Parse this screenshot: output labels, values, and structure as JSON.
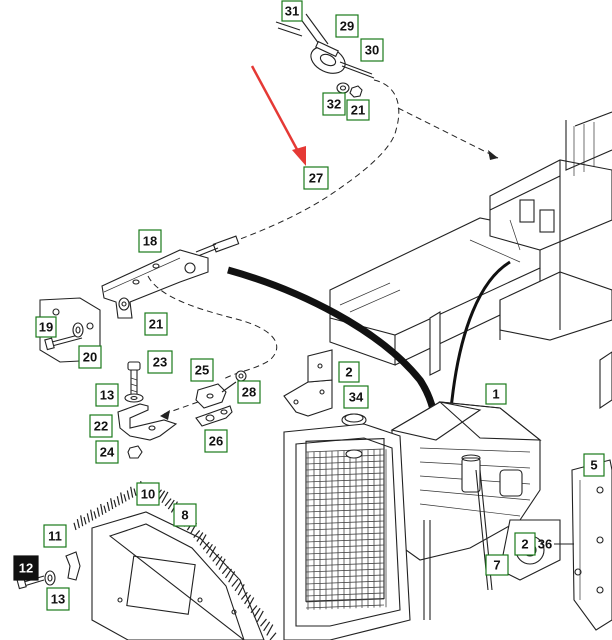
{
  "diagram": {
    "callouts": [
      {
        "id": "c31",
        "label": "31"
      },
      {
        "id": "c29",
        "label": "29"
      },
      {
        "id": "c30",
        "label": "30"
      },
      {
        "id": "c32",
        "label": "32"
      },
      {
        "id": "c21a",
        "label": "21"
      },
      {
        "id": "c27",
        "label": "27"
      },
      {
        "id": "c18",
        "label": "18"
      },
      {
        "id": "c21b",
        "label": "21"
      },
      {
        "id": "c19",
        "label": "19"
      },
      {
        "id": "c20",
        "label": "20"
      },
      {
        "id": "c23",
        "label": "23"
      },
      {
        "id": "c25",
        "label": "25"
      },
      {
        "id": "c28",
        "label": "28"
      },
      {
        "id": "c13a",
        "label": "13"
      },
      {
        "id": "c22",
        "label": "22"
      },
      {
        "id": "c26",
        "label": "26"
      },
      {
        "id": "c24",
        "label": "24"
      },
      {
        "id": "c2a",
        "label": "2"
      },
      {
        "id": "c34",
        "label": "34"
      },
      {
        "id": "c1",
        "label": "1"
      },
      {
        "id": "c10",
        "label": "10"
      },
      {
        "id": "c8",
        "label": "8"
      },
      {
        "id": "c11",
        "label": "11"
      },
      {
        "id": "c12",
        "label": "12"
      },
      {
        "id": "c13b",
        "label": "13"
      },
      {
        "id": "c5",
        "label": "5"
      },
      {
        "id": "c2b",
        "label": "2"
      },
      {
        "id": "c36",
        "label": "36"
      },
      {
        "id": "c7",
        "label": "7"
      }
    ]
  },
  "colors": {
    "callout_border": "#1a7a1a",
    "highlight_arrow": "#e53935",
    "line": "#222222",
    "background": "#ffffff"
  }
}
